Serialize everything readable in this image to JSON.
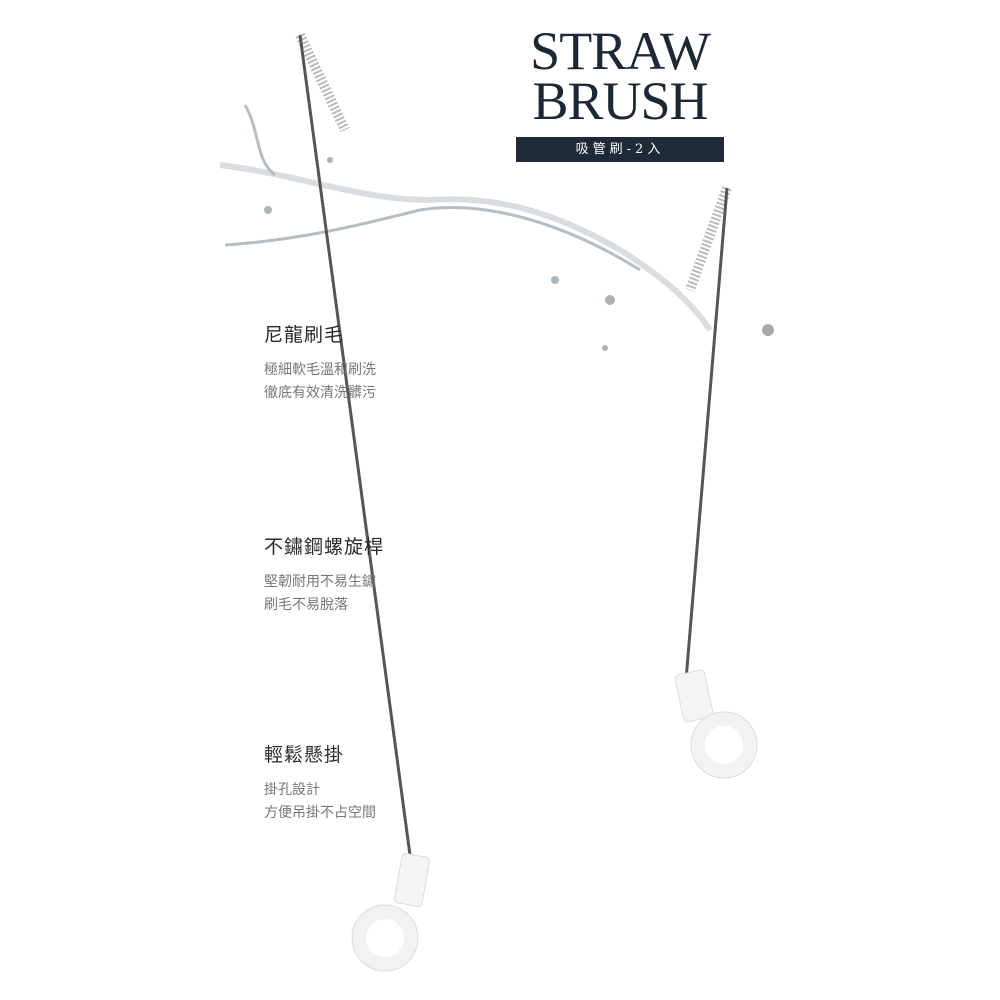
{
  "header": {
    "title_line1": "STRAW",
    "title_line2": "BRUSH",
    "subtitle": "吸管刷-2入"
  },
  "features": [
    {
      "title": "尼龍刷毛",
      "lines": [
        "極細軟毛溫和刷洗",
        "徹底有效清洗髒污"
      ]
    },
    {
      "title": "不鏽鋼螺旋桿",
      "lines": [
        "堅韌耐用不易生鏽",
        "刷毛不易脫落"
      ]
    },
    {
      "title": "輕鬆懸掛",
      "lines": [
        "掛孔設計",
        "方便吊掛不占空間"
      ]
    }
  ]
}
